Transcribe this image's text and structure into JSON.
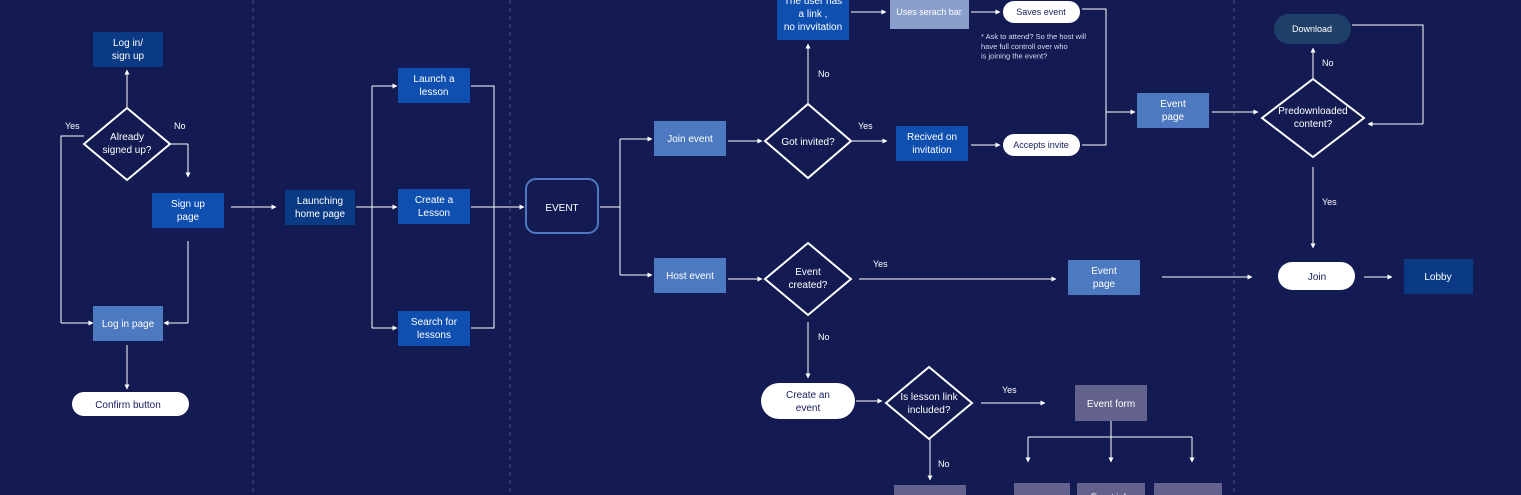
{
  "colors": {
    "background": "#141b52",
    "node_blue": "#0f4fb0",
    "node_navy": "#0b3a85",
    "node_light": "#4d79c0",
    "node_steel": "#8a9fcc",
    "node_gray": "#62628c",
    "node_teal": "#1e4068",
    "pill": "#ffffff",
    "line": "#ffffff"
  },
  "nodes": {
    "login_signup": "Log in/\nsign up",
    "already_signed_up": "Already\nsigned up?",
    "sign_up_page": "Sign up\npage",
    "log_in_page": "Log in page",
    "confirm_button": "Confirm button",
    "launching_home_page": "Launching\nhome page",
    "launch_lesson": "Launch a\nlesson",
    "create_lesson": "Create a\nLesson",
    "search_lessons": "Search for\nlessons",
    "event": "EVENT",
    "join_event": "Join event",
    "host_event": "Host event",
    "got_invited": "Got invited?",
    "user_has_link": "The user has\na link ,\nno invvitation",
    "uses_search_bar": "Uses serach bar",
    "saves_event": "Saves event",
    "recived_invitation": "Recived on\ninvitation",
    "accepts_invite": "Accepts invite",
    "event_page_top": "Event\npage",
    "event_created": "Event\ncreated?",
    "event_page_mid": "Event\npage",
    "download": "Download",
    "predownloaded": "Predownloaded\ncontent?",
    "join": "Join",
    "lobby": "Lobby",
    "create_an_event": "Create an\nevent",
    "lesson_link_included": "Is lesson link\nincluded?",
    "event_form": "Event form",
    "bottom_form_label": "Event info"
  },
  "note": "* Ask to attend? So the host will\nhave full controll over who\nis joining the event?",
  "edge_labels": {
    "yes_signed": "Yes",
    "no_signed": "No",
    "no_invited": "No",
    "yes_invited": "Yes",
    "yes_created": "Yes",
    "no_created": "No",
    "no_predownloaded": "No",
    "yes_predownloaded": "Yes",
    "yes_lesson_link": "Yes",
    "no_lesson_link": "No"
  }
}
